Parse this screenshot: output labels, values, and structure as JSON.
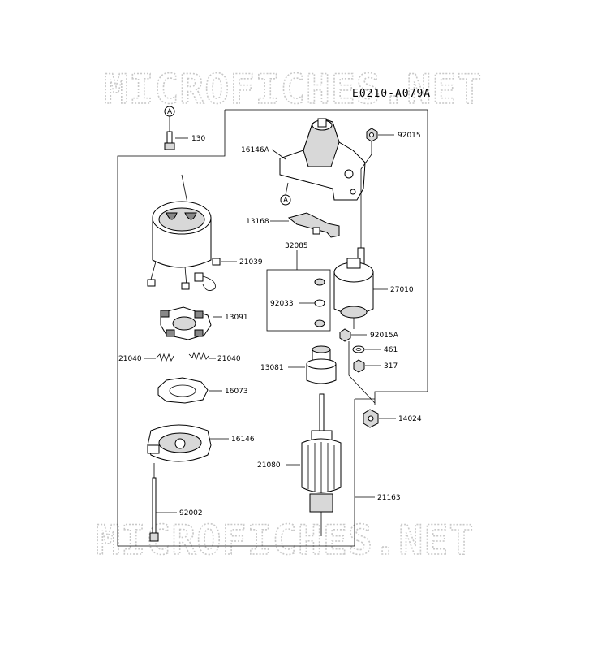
{
  "diagram": {
    "code": "E0210-A079A",
    "watermark_top": "MICROFICHES.NET",
    "watermark_bottom": "MICROFICHES.NET",
    "ref_marker": "A",
    "parts": {
      "p130": "130",
      "p16146A": "16146A",
      "p92015": "92015",
      "p13168": "13168",
      "p32085": "32085",
      "p21039": "21039",
      "p92033": "92033",
      "p27010": "27010",
      "p13091": "13091",
      "p92015A": "92015A",
      "p461": "461",
      "p21040a": "21040",
      "p21040b": "21040",
      "p317": "317",
      "p13081": "13081",
      "p16073": "16073",
      "p14024": "14024",
      "p16146": "16146",
      "p21080": "21080",
      "p21163": "21163",
      "p92002": "92002"
    }
  }
}
